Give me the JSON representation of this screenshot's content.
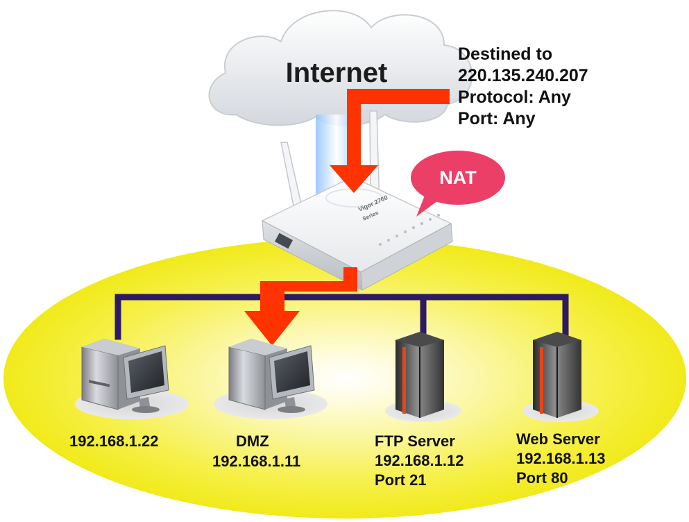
{
  "internet_label": "Internet",
  "destination": {
    "line1": "Destined to",
    "line2": "220.135.240.207",
    "line3": "Protocol: Any",
    "line4": "Port: Any"
  },
  "nat_label": "NAT",
  "router": {
    "model_text_1": "Vigor 2760",
    "model_text_2": "Series"
  },
  "hosts": [
    {
      "lines": [
        "192.168.1.22"
      ]
    },
    {
      "lines": [
        "DMZ",
        "192.168.1.11"
      ]
    },
    {
      "lines": [
        "FTP Server",
        "192.168.1.12",
        "Port 21"
      ]
    },
    {
      "lines": [
        "Web Server",
        "192.168.1.13",
        "Port 80"
      ]
    }
  ],
  "colors": {
    "lan_ellipse": "#f5ef1e",
    "lan_line": "#2e1a64",
    "arrow": "#ff3300",
    "nat_bubble": "#ec3f68",
    "cloud": "#e3e6ea",
    "server_stripe": "#e8441a"
  }
}
